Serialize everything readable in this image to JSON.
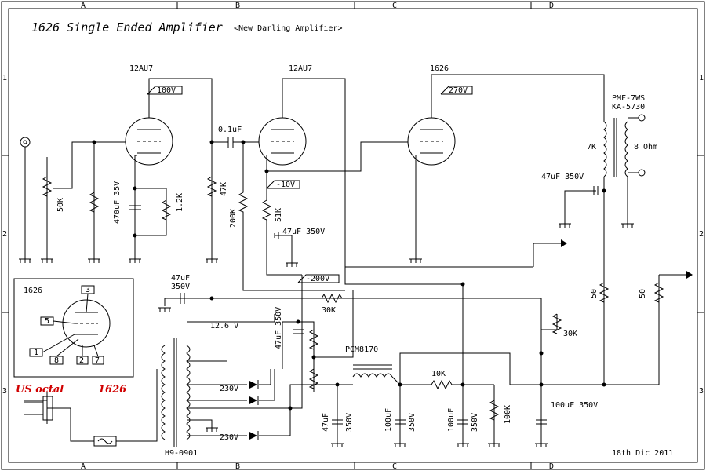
{
  "title": "1626 Single Ended Amplifier",
  "subtitle": "<New Darling Amplifier>",
  "date": "18th Dic 2011",
  "frame": {
    "cols": [
      "A",
      "B",
      "C",
      "D"
    ],
    "rows": [
      "1",
      "2",
      "3"
    ]
  },
  "tubes": {
    "v1": "12AU7",
    "v2": "12AU7",
    "v3": "1626"
  },
  "voltages": {
    "v1_plate": "100V",
    "v2_cathode": "-10V",
    "v3_plate": "270V",
    "neg_supply": "-200V",
    "heater": "12.6 V",
    "sec_a": "230V",
    "sec_b": "230V"
  },
  "components": {
    "coupling_cap": "0.1uF",
    "r_47k": "47K",
    "r_200k": "200K",
    "r_51k": "51K",
    "c_47u_a": "47uF 350V",
    "c_47u_b_1": "47uF",
    "c_47u_b_2": "350V",
    "r_30k_a": "30K",
    "r_30k_b": "30K",
    "c_47u_c": "47uF 350V",
    "c_47u_d": "47uF 350V",
    "pot_50k": "50K",
    "c_470u": "470uF 35V",
    "r_1k2": "1.2K",
    "out_tx_1": "PMF-7WS",
    "out_tx_2": "KA-5730",
    "tx_7k": "7K",
    "tx_8ohm": "8 Ohm",
    "r_50_a": "50",
    "r_50_b": "50",
    "choke": "PCM8170",
    "r_10k": "10K",
    "c_47u_e_1": "47uF",
    "c_47u_e_2": "350V",
    "c_100u_a_1": "100uF",
    "c_100u_a_2": "350V",
    "c_100u_b_1": "100uF",
    "c_100u_b_2": "350V",
    "r_100k": "100K",
    "c_100u_c": "100uF 350V",
    "power_tx": "H9-0901"
  },
  "inset": {
    "tube_name": "1626",
    "pins": [
      "3",
      "5",
      "1",
      "8",
      "2",
      "7"
    ],
    "socket_label": "US octal",
    "socket_tube": "1626"
  }
}
